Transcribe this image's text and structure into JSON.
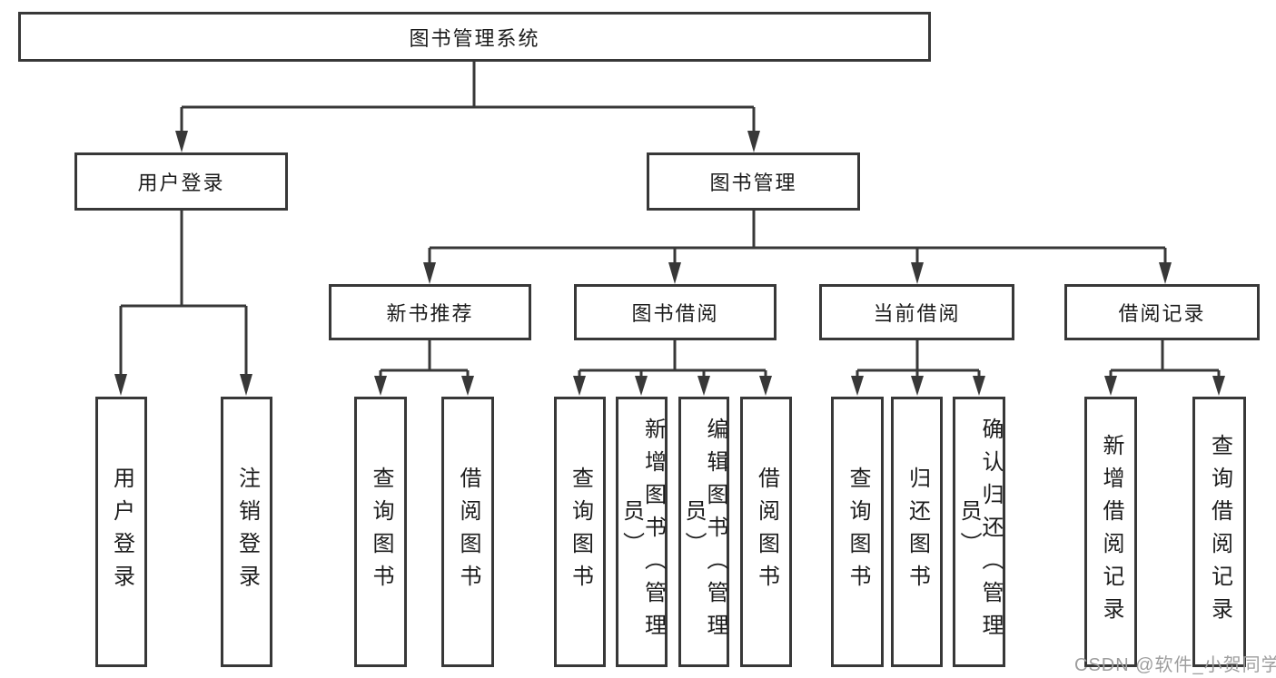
{
  "diagram": {
    "title_node": {
      "label": "图书管理系统"
    },
    "level2": [
      {
        "label": "用户登录"
      },
      {
        "label": "图书管理"
      }
    ],
    "level3": [
      {
        "label": "新书推荐"
      },
      {
        "label": "图书借阅"
      },
      {
        "label": "当前借阅"
      },
      {
        "label": "借阅记录"
      }
    ],
    "leaves": [
      {
        "label": "用户登录"
      },
      {
        "label": "注销登录"
      },
      {
        "label": "查询图书"
      },
      {
        "label": "借阅图书"
      },
      {
        "label": "查询图书"
      },
      {
        "label": "新增图书（管理员）"
      },
      {
        "label": "编辑图书（管理员）"
      },
      {
        "label": "借阅图书"
      },
      {
        "label": "查询图书"
      },
      {
        "label": "归还图书"
      },
      {
        "label": "确认归还（管理员）"
      },
      {
        "label": "新增借阅记录"
      },
      {
        "label": "查询借阅记录"
      }
    ]
  },
  "watermark": {
    "text": "CSDN @软件_小贺同学"
  },
  "colors": {
    "line": "#383838",
    "text": "#1c1c1c",
    "watermark_gray": "#9e9e9e",
    "background": "#ffffff"
  }
}
